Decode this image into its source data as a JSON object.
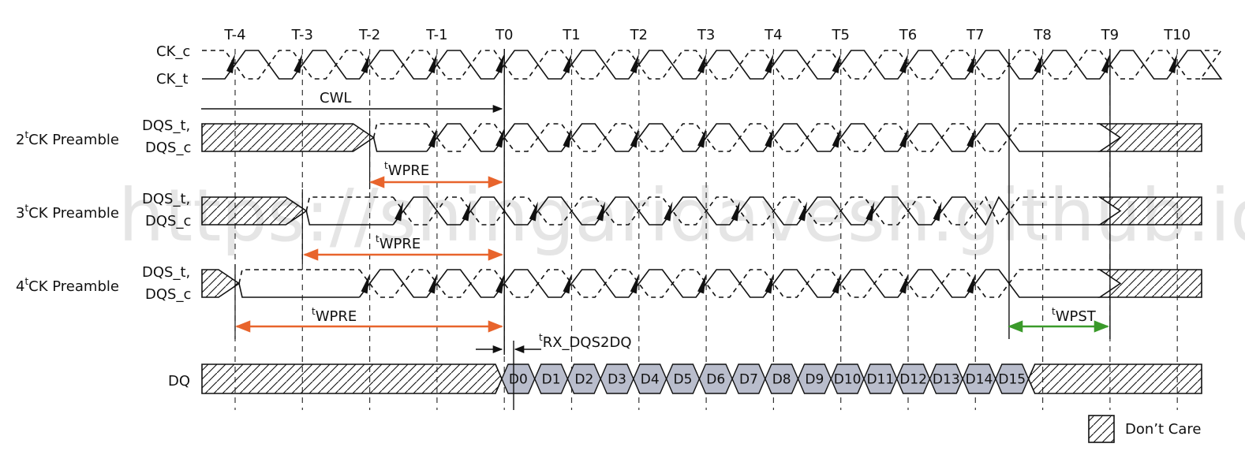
{
  "timeline": {
    "ticks": [
      "T-4",
      "T-3",
      "T-2",
      "T-1",
      "T0",
      "T1",
      "T2",
      "T3",
      "T4",
      "T5",
      "T6",
      "T7",
      "T8",
      "T9",
      "T10"
    ]
  },
  "signals": {
    "ck_c": "CK_c",
    "ck_t": "CK_t",
    "dqs_t": "DQS_t,",
    "dqs_c": "DQS_c",
    "dq": "DQ"
  },
  "rows": {
    "pre2": {
      "base": "2",
      "sup": "t",
      "rest": "CK Preamble"
    },
    "pre3": {
      "base": "3",
      "sup": "t",
      "rest": "CK Preamble"
    },
    "pre4": {
      "base": "4",
      "sup": "t",
      "rest": "CK Preamble"
    }
  },
  "annotations": {
    "cwl": "CWL",
    "twpre": {
      "sup": "t",
      "base": "WPRE"
    },
    "twpst": {
      "sup": "t",
      "base": "WPST"
    },
    "trx": {
      "sup": "t",
      "base": "RX_DQS2DQ"
    }
  },
  "data_beats": [
    "D0",
    "D1",
    "D2",
    "D3",
    "D4",
    "D5",
    "D6",
    "D7",
    "D8",
    "D9",
    "D10",
    "D11",
    "D12",
    "D13",
    "D14",
    "D15"
  ],
  "legend": {
    "dont_care": "Don’t Care"
  },
  "watermark": "https://shingaridavesh.github.io/",
  "colors": {
    "twpre_arrow": "#e8642c",
    "twpst_arrow": "#3a9a2a",
    "data_fill": "#b9bdcc",
    "line": "#111111"
  }
}
